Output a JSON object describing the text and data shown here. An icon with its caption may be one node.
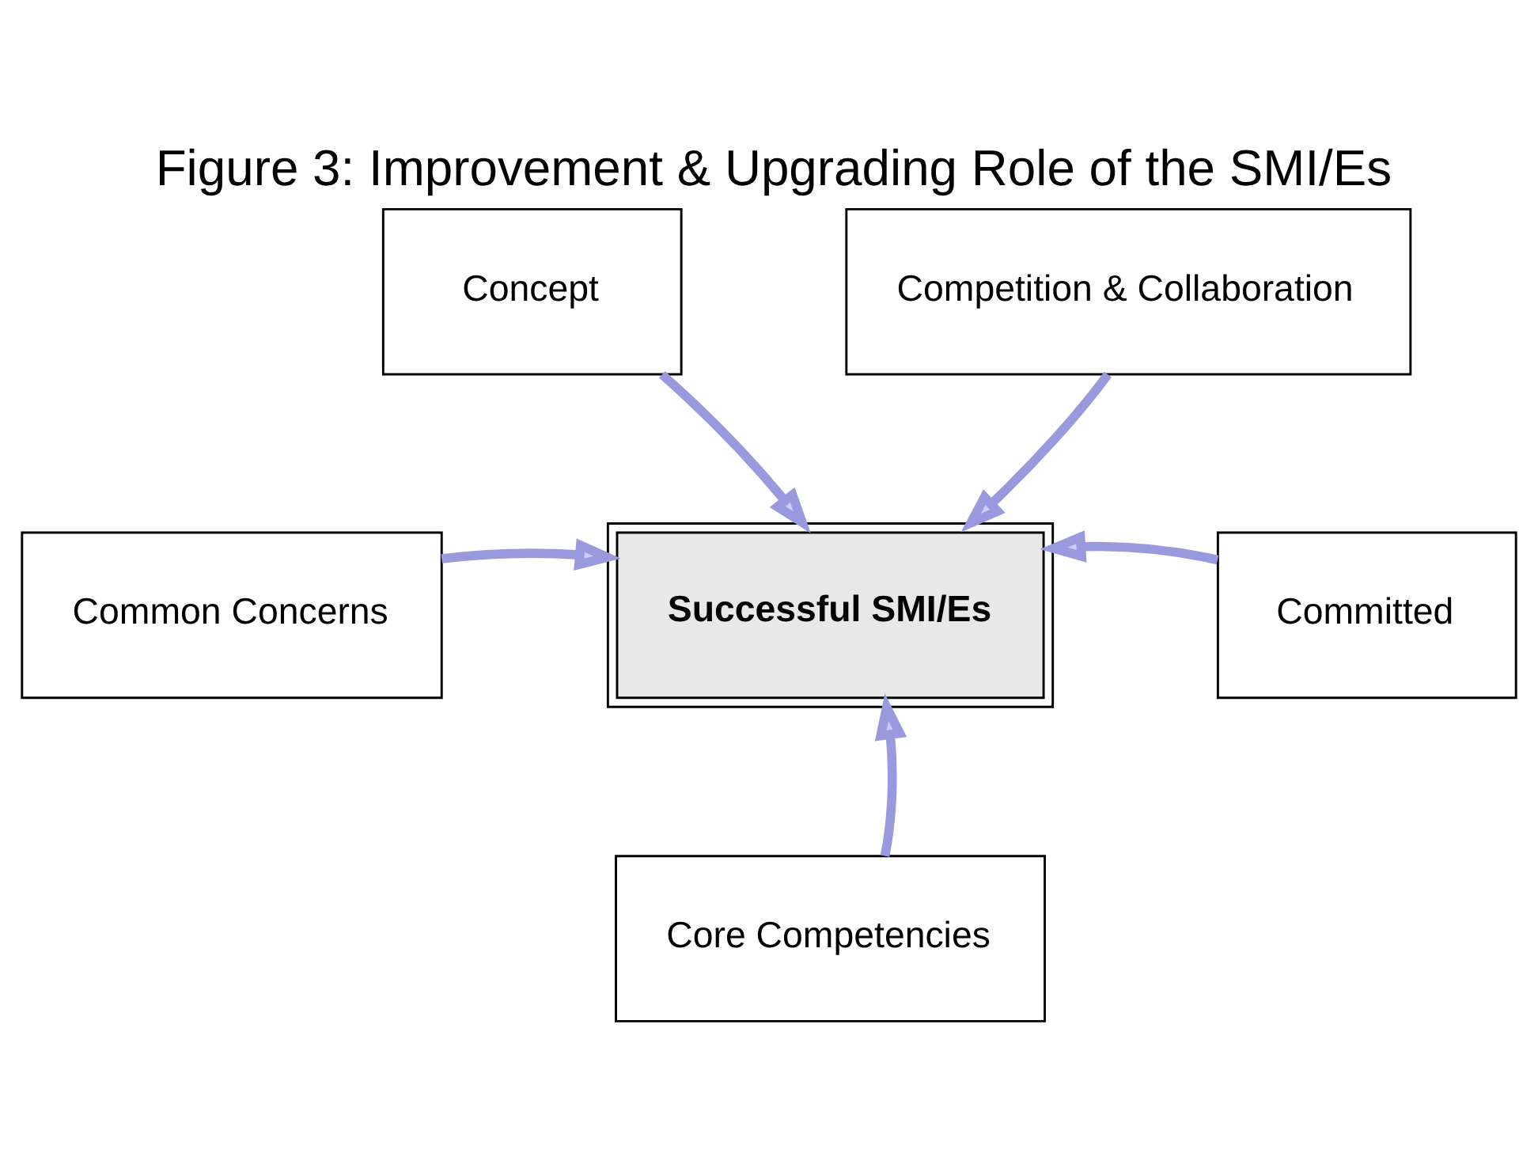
{
  "diagram": {
    "title": "Figure 3: Improvement & Upgrading Role of the SMI/Es",
    "nodes": [
      {
        "text": [
          "Successful SMI/Es"
        ]
      },
      {
        "text": [
          "Concept"
        ]
      },
      {
        "text": [
          "Competition & Collaboration"
        ]
      },
      {
        "text": [
          "Common Concerns"
        ]
      },
      {
        "text": [
          "Committed"
        ]
      },
      {
        "text": [
          "Core Competencies"
        ]
      }
    ],
    "edges": [
      {
        "from": 1,
        "to": 0,
        "arrow": "to"
      },
      {
        "from": 2,
        "to": 0,
        "arrow": "to"
      },
      {
        "from": 3,
        "to": 0,
        "arrow": "to"
      },
      {
        "from": 4,
        "to": 0,
        "arrow": "to"
      },
      {
        "from": 5,
        "to": 0,
        "arrow": "to"
      }
    ]
  }
}
